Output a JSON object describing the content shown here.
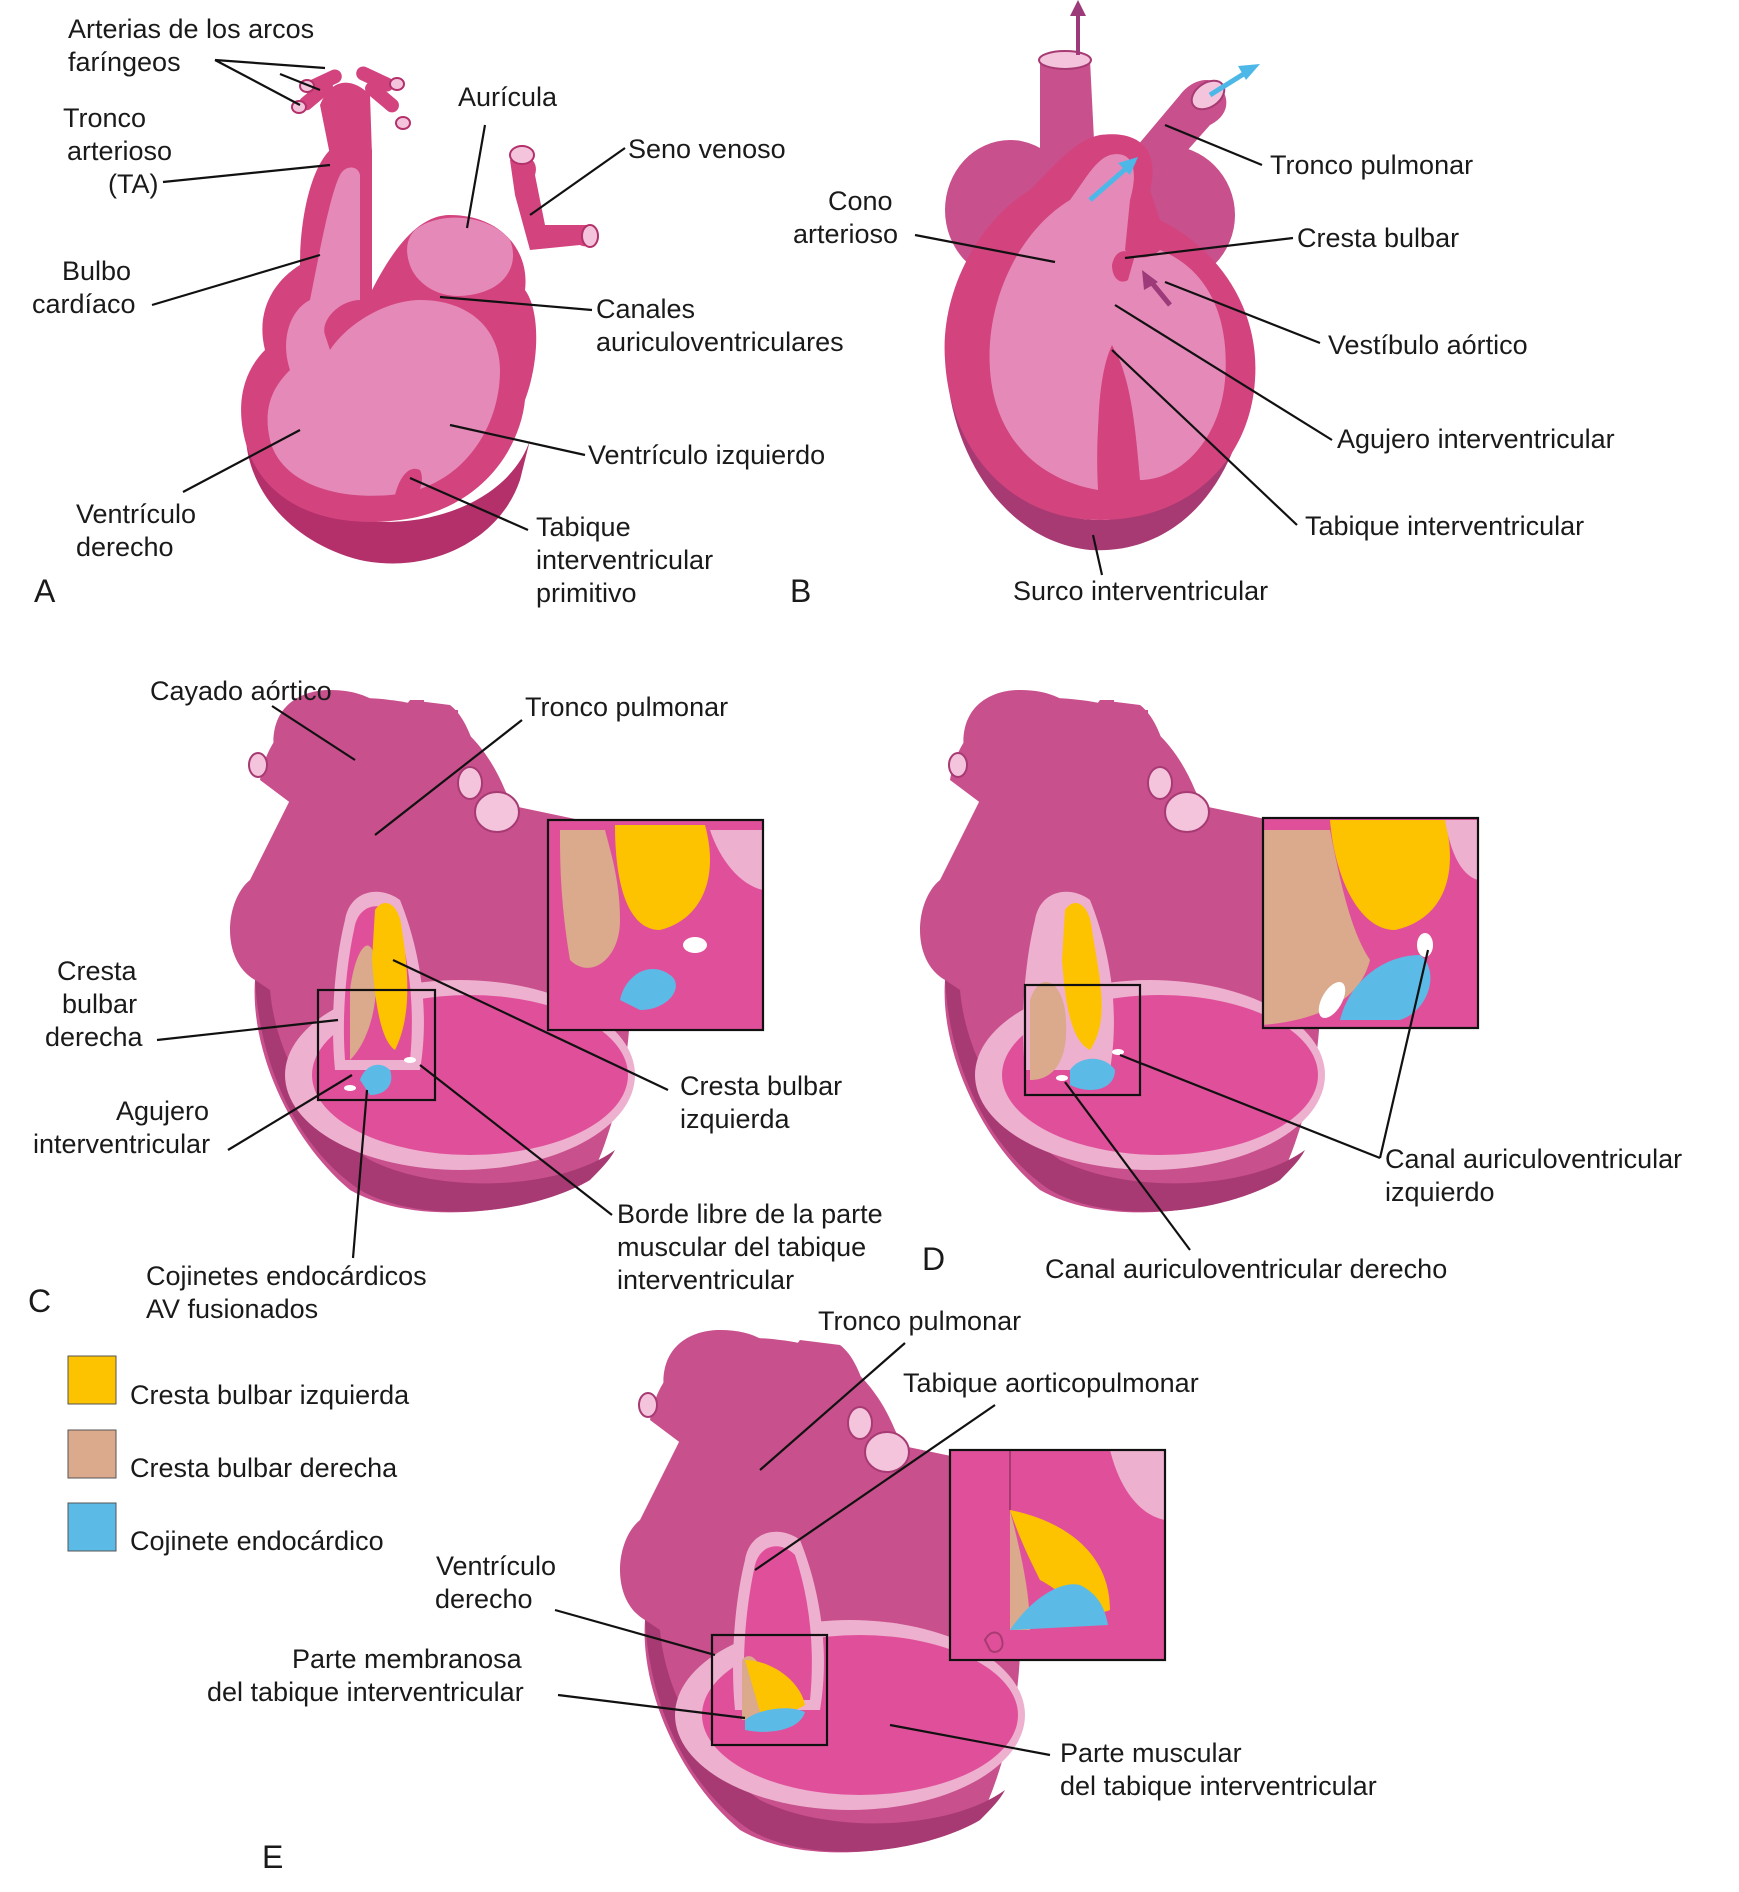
{
  "panels": {
    "A": {
      "letter": "A",
      "labels": {
        "arcos_1": "Arterias de los arcos",
        "arcos_2": "faríngeos",
        "tronco_1": "Tronco",
        "tronco_2": "arterioso",
        "tronco_3": "(TA)",
        "bulbo_1": "Bulbo",
        "bulbo_2": "cardíaco",
        "auricula": "Aurícula",
        "seno": "Seno venoso",
        "canales_1": "Canales",
        "canales_2": "auriculoventriculares",
        "vent_izq": "Ventrículo izquierdo",
        "vent_der_1": "Ventrículo",
        "vent_der_2": "derecho",
        "tabique_1": "Tabique",
        "tabique_2": "interventricular",
        "tabique_3": "primitivo"
      }
    },
    "B": {
      "letter": "B",
      "labels": {
        "cono_1": "Cono",
        "cono_2": "arterioso",
        "tronco_pulmonar": "Tronco pulmonar",
        "cresta_bulbar": "Cresta bulbar",
        "vestibulo": "Vestíbulo aórtico",
        "agujero": "Agujero interventricular",
        "tabique": "Tabique interventricular",
        "surco": "Surco interventricular"
      }
    },
    "C": {
      "letter": "C",
      "labels": {
        "cayado": "Cayado aórtico",
        "tronco_pulmonar": "Tronco pulmonar",
        "cresta_der_1": "Cresta",
        "cresta_der_2": "bulbar",
        "cresta_der_3": "derecha",
        "cresta_izq_1": "Cresta bulbar",
        "cresta_izq_2": "izquierda",
        "agujero_1": "Agujero",
        "agujero_2": "interventricular",
        "borde_1": "Borde libre de la parte",
        "borde_2": "muscular del tabique",
        "borde_3": "interventricular",
        "cojinetes_1": "Cojinetes endocárdicos",
        "cojinetes_2": "AV fusionados"
      }
    },
    "D": {
      "letter": "D",
      "labels": {
        "canal_izq_1": "Canal auriculoventricular",
        "canal_izq_2": "izquierdo",
        "canal_der": "Canal auriculoventricular derecho"
      }
    },
    "E": {
      "letter": "E",
      "labels": {
        "tronco_pulmonar": "Tronco pulmonar",
        "tabique_ap": "Tabique aorticopulmonar",
        "vent_der_1": "Ventrículo",
        "vent_der_2": "derecho",
        "membranosa_1": "Parte membranosa",
        "membranosa_2": "del tabique interventricular",
        "muscular_1": "Parte muscular",
        "muscular_2": "del tabique interventricular"
      }
    }
  },
  "legend": {
    "items": [
      {
        "label": "Cresta bulbar izquierda",
        "color": "#fdc300"
      },
      {
        "label": "Cresta bulbar derecha",
        "color": "#dba98b"
      },
      {
        "label": "Cojinete endocárdico",
        "color": "#5bbbe6"
      }
    ]
  },
  "colors": {
    "wall": "#d3447f",
    "cavity": "#e58ab8",
    "heart_body": "#c8508c",
    "arrow_blue": "#4db8e8",
    "arrow_purple": "#9c3a7a"
  }
}
